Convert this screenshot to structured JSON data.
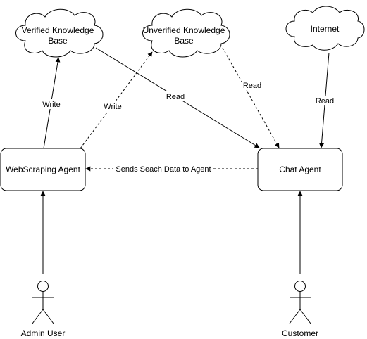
{
  "nodes": {
    "verified_kb": {
      "line1": "Verified Knowledge",
      "line2": "Base"
    },
    "unverified_kb": {
      "line1": "Unverified Knowledge",
      "line2": "Base"
    },
    "internet": {
      "label": "Internet"
    },
    "webscraping_agent": {
      "label": "WebScraping Agent"
    },
    "chat_agent": {
      "label": "Chat Agent"
    },
    "admin_user": {
      "label": "Admin User"
    },
    "customer": {
      "label": "Customer"
    }
  },
  "edges": {
    "write_verified": "Write",
    "write_unverified": "Write",
    "read_verified": "Read",
    "read_unverified": "Read",
    "read_internet": "Read",
    "sends_search_data": "Sends Seach Data to Agent"
  }
}
